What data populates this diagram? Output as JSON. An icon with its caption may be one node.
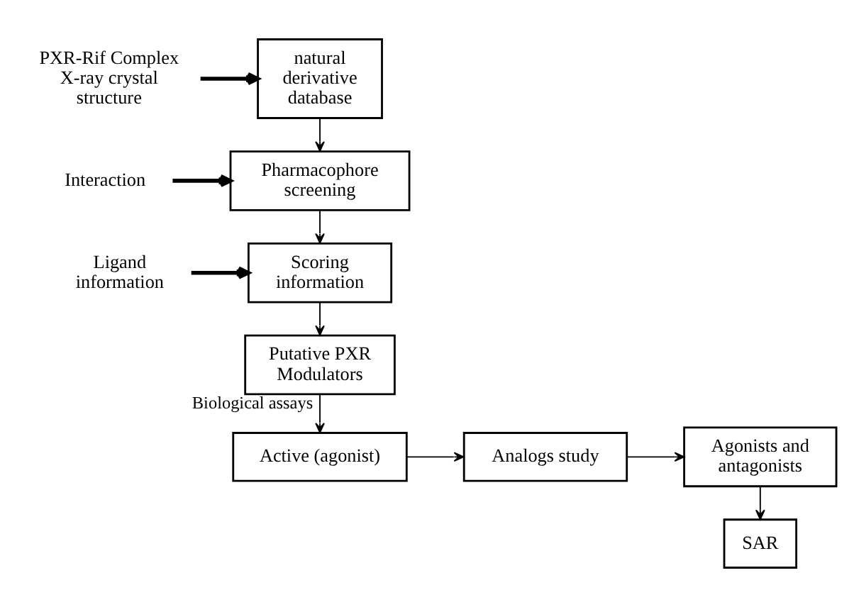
{
  "diagram": {
    "nodes": [
      {
        "text": [
          "PXR-Rif Complex X-ray crystal structure"
        ]
      },
      {
        "text": [
          "Interaction"
        ]
      },
      {
        "text": [
          "Ligand information"
        ]
      },
      {
        "text": [
          "natural derivative database"
        ]
      },
      {
        "text": [
          "Pharmacophore screening"
        ]
      },
      {
        "text": [
          "Scoring information"
        ]
      },
      {
        "text": [
          "Putative PXR Modulators"
        ]
      },
      {
        "text": [
          "Active (agonist)"
        ]
      },
      {
        "text": [
          "Analogs study"
        ]
      },
      {
        "text": [
          "Agonists and antagonists"
        ]
      },
      {
        "text": [
          "SAR"
        ]
      }
    ],
    "edges": [
      {
        "from": 0,
        "to": 3,
        "arrow": "to",
        "style": "thick"
      },
      {
        "from": 1,
        "to": 4,
        "arrow": "to",
        "style": "thick"
      },
      {
        "from": 2,
        "to": 5,
        "arrow": "to",
        "style": "thick"
      },
      {
        "from": 3,
        "to": 4,
        "arrow": "to"
      },
      {
        "from": 4,
        "to": 5,
        "arrow": "to"
      },
      {
        "from": 5,
        "to": 6,
        "arrow": "to"
      },
      {
        "from": 6,
        "to": 7,
        "arrow": "to",
        "label": "Biological assays"
      },
      {
        "from": 7,
        "to": 8,
        "arrow": "to"
      },
      {
        "from": 8,
        "to": 9,
        "arrow": "to"
      },
      {
        "from": 9,
        "to": 10,
        "arrow": "to"
      }
    ]
  }
}
